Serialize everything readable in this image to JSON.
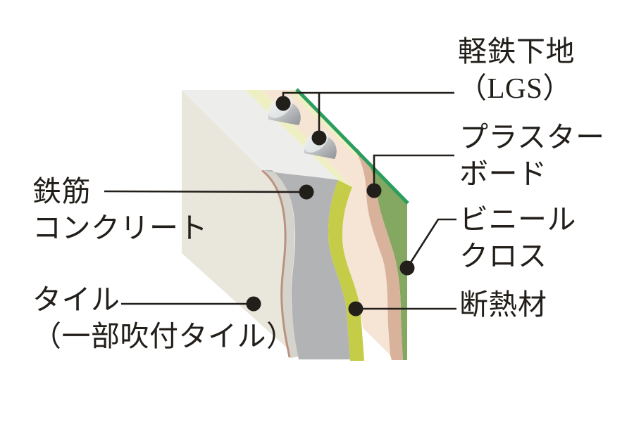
{
  "diagram": {
    "type": "wall-section-cutaway",
    "labels": {
      "lgs": {
        "line1": "軽鉄下地",
        "line2": "（LGS）"
      },
      "plasterboard": {
        "line1": "プラスター",
        "line2": "ボード"
      },
      "vinyl": {
        "line1": "ビニール",
        "line2": "クロス"
      },
      "insulation": {
        "line1": "断熱材"
      },
      "concrete": {
        "line1": "鉄筋",
        "line2": "コンクリート"
      },
      "tile": {
        "line1": "タイル",
        "line2": "（一部吹付タイル）"
      }
    },
    "layers_front_to_back": [
      "タイル（一部吹付タイル）",
      "鉄筋コンクリート",
      "断熱材",
      "軽鉄下地（LGS）",
      "プラスターボード",
      "ビニールクロス"
    ],
    "colors": {
      "tile": "#e9e6db",
      "topface": "#ededeb",
      "tile_edge_strip": "#d5d3cc",
      "tile_edge_line": "#bb9280",
      "concrete": "#b1b3b5",
      "insulation": "#c5cd48",
      "insulation_top": "#eef0c3",
      "plasterboard": "#f6e4d5",
      "plasterboard_edge": "#d8b29a",
      "vinyl": "#84a862",
      "vinyl_edge": "#2a9d5f",
      "stud_light": "#eceff0",
      "stud_dark": "#8f9194",
      "line": "#221e1a",
      "bg": "#ffffff"
    }
  }
}
